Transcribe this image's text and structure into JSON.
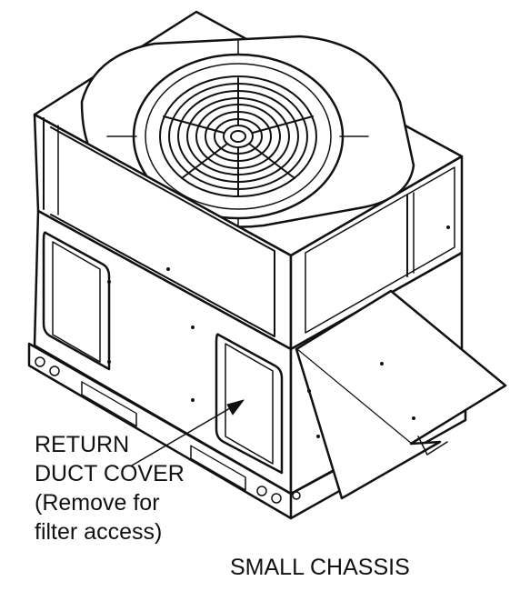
{
  "callout": {
    "line1": "RETURN",
    "line2": "DUCT COVER",
    "line3": "(Remove for",
    "line4": "filter access)"
  },
  "caption": "SMALL CHASSIS"
}
